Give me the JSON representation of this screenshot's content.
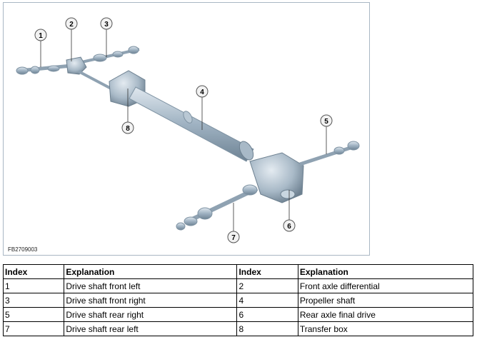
{
  "figure": {
    "code": "FB2709003",
    "callouts": [
      "1",
      "2",
      "3",
      "4",
      "5",
      "6",
      "7",
      "8"
    ]
  },
  "table": {
    "headers": [
      "Index",
      "Explanation",
      "Index",
      "Explanation"
    ],
    "rows": [
      [
        "1",
        "Drive shaft front left",
        "2",
        "Front axle differential"
      ],
      [
        "3",
        "Drive shaft front right",
        "4",
        "Propeller shaft"
      ],
      [
        "5",
        "Drive shaft rear right",
        "6",
        "Rear axle final drive"
      ],
      [
        "7",
        "Drive shaft rear left",
        "8",
        "Transfer box"
      ]
    ]
  }
}
